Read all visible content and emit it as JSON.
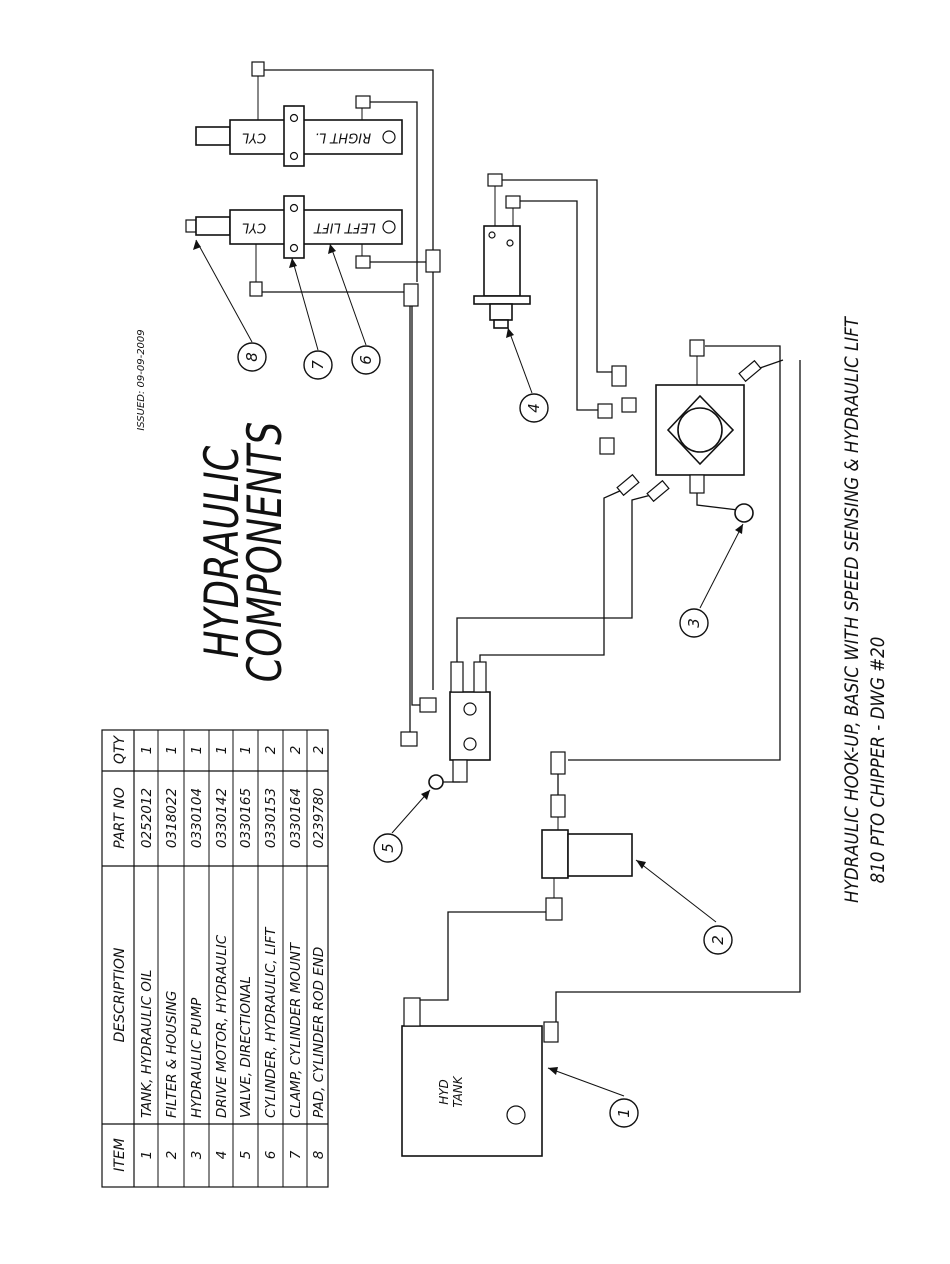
{
  "diagram": {
    "title_line1": "HYDRAULIC",
    "title_line2": "COMPONENTS",
    "issued": "ISSUED: 09-09-2009",
    "caption_line1": "HYDRAULIC HOOK-UP, BASIC WITH SPEED SENSING & HYDRAULIC LIFT",
    "caption_line2": "810 PTO CHIPPER - DWG #20",
    "labels": {
      "right_cyl_a": "RIGHT L.",
      "right_cyl_b": "CYL",
      "left_cyl_a": "LEFT LIFT",
      "left_cyl_b": "CYL",
      "tank_a": "HYD",
      "tank_b": "TANK"
    },
    "bubbles": [
      "1",
      "2",
      "3",
      "4",
      "5",
      "6",
      "7",
      "8"
    ]
  },
  "parts_table": {
    "headers": {
      "item": "ITEM",
      "description": "DESCRIPTION",
      "part_no": "PART NO",
      "qty": "QTY"
    },
    "rows": [
      {
        "item": "1",
        "description": "TANK, HYDRAULIC OIL",
        "part_no": "0252012",
        "qty": "1"
      },
      {
        "item": "2",
        "description": "FILTER & HOUSING",
        "part_no": "0318022",
        "qty": "1"
      },
      {
        "item": "3",
        "description": "HYDRAULIC PUMP",
        "part_no": "0330104",
        "qty": "1"
      },
      {
        "item": "4",
        "description": "DRIVE MOTOR, HYDRAULIC",
        "part_no": "0330142",
        "qty": "1"
      },
      {
        "item": "5",
        "description": "VALVE, DIRECTIONAL",
        "part_no": "0330165",
        "qty": "1"
      },
      {
        "item": "6",
        "description": "CYLINDER, HYDRAULIC, LIFT",
        "part_no": "0330153",
        "qty": "2"
      },
      {
        "item": "7",
        "description": "CLAMP, CYLINDER MOUNT",
        "part_no": "0330164",
        "qty": "2"
      },
      {
        "item": "8",
        "description": "PAD, CYLINDER ROD END",
        "part_no": "0239780",
        "qty": "2"
      }
    ]
  }
}
